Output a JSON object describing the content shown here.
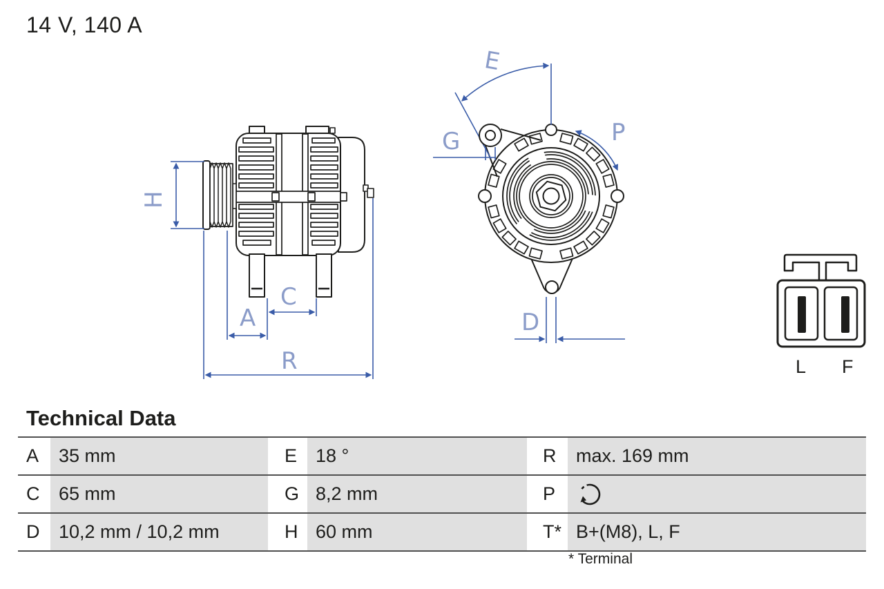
{
  "title": "14 V, 140 A",
  "diagram": {
    "dim_labels": {
      "H": "H",
      "A": "A",
      "C": "C",
      "R": "R",
      "E": "E",
      "G": "G",
      "P": "P",
      "D": "D"
    },
    "connector": {
      "pins": [
        "L",
        "F"
      ]
    },
    "colors": {
      "dimension_line": "#3a5ca8",
      "dimension_label": "#8b9cc9",
      "drawing_line": "#1d1d1b"
    },
    "icons": {
      "rotation_direction": "circular-arrow-icon"
    }
  },
  "technical_data": {
    "heading": "Technical Data",
    "rows": [
      {
        "c1k": "A",
        "c1v": "35 mm",
        "c2k": "E",
        "c2v": "18 °",
        "c3k": "R",
        "c3v": "max. 169 mm"
      },
      {
        "c1k": "C",
        "c1v": "65 mm",
        "c2k": "G",
        "c2v": "8,2 mm",
        "c3k": "P",
        "c3v": ""
      },
      {
        "c1k": "D",
        "c1v": "10,2 mm / 10,2 mm",
        "c2k": "H",
        "c2v": "60 mm",
        "c3k": "T*",
        "c3v": "B+(M8), L, F"
      }
    ],
    "footnote": "* Terminal"
  }
}
